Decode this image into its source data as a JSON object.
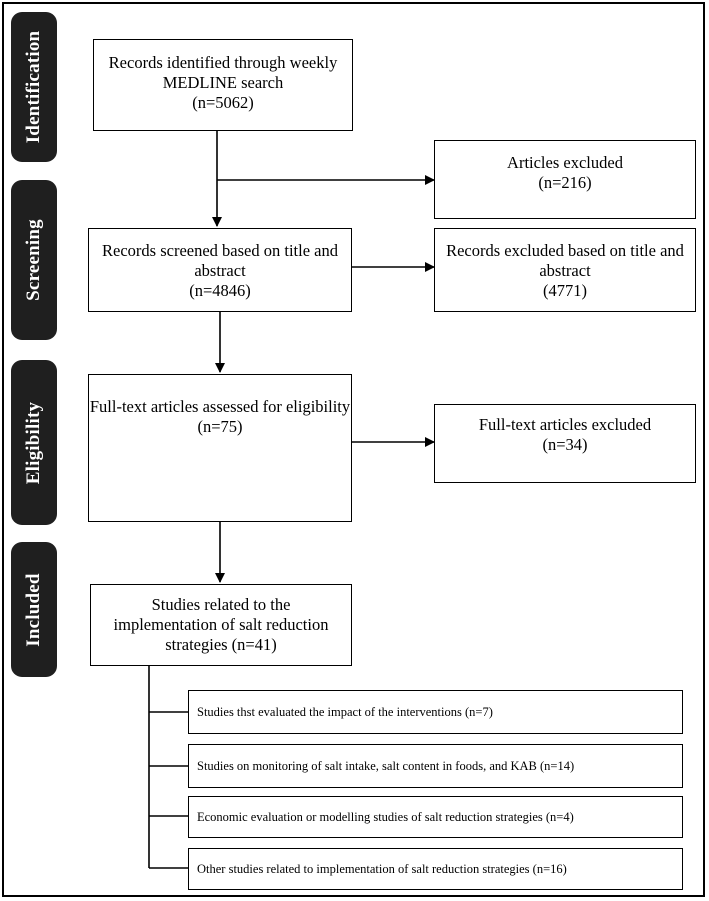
{
  "phases": {
    "identification": "Identification",
    "screening": "Screening",
    "eligibility": "Eligibility",
    "included": "Included"
  },
  "boxes": {
    "identified": "Records identified through weekly MEDLINE search\n(n=5062)",
    "articles_excluded": "Articles excluded\n(n=216)",
    "screened": "Records screened based on title and abstract\n(n=4846)",
    "excluded_title_abstract": "Records excluded based on title and abstract\n(4771)",
    "fulltext_assessed": "Full-text articles assessed for eligibility\n(n=75)",
    "fulltext_excluded": "Full-text articles excluded\n(n=34)",
    "included_studies": "Studies related to the implementation of salt reduction strategies (n=41)"
  },
  "subcategories": [
    "Studies thst evaluated the impact of the interventions (n=7)",
    "Studies on monitoring of salt intake, salt content in foods, and KAB (n=14)",
    "Economic evaluation or modelling studies of salt reduction strategies (n=4)",
    "Other studies related to implementation of salt reduction strategies (n=16)"
  ]
}
